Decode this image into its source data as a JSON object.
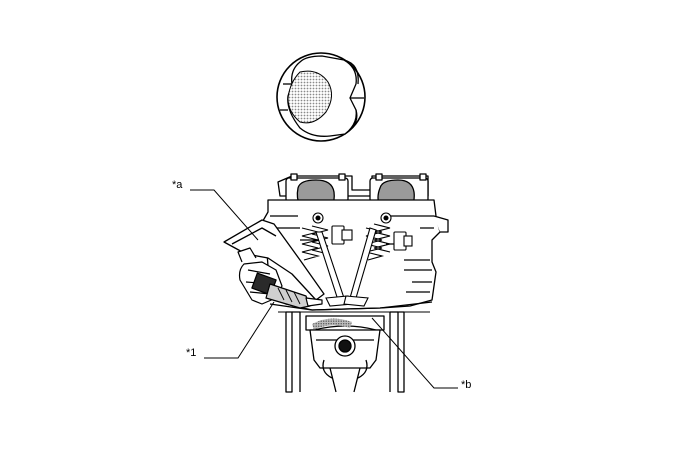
{
  "diagram": {
    "callouts": {
      "a": "*a",
      "one": "*1",
      "b": "*b"
    },
    "colors": {
      "line": "#000000",
      "part_fill": "#ffffff",
      "shade": "#9a9a9a",
      "dark": "#1a1a1a"
    }
  }
}
